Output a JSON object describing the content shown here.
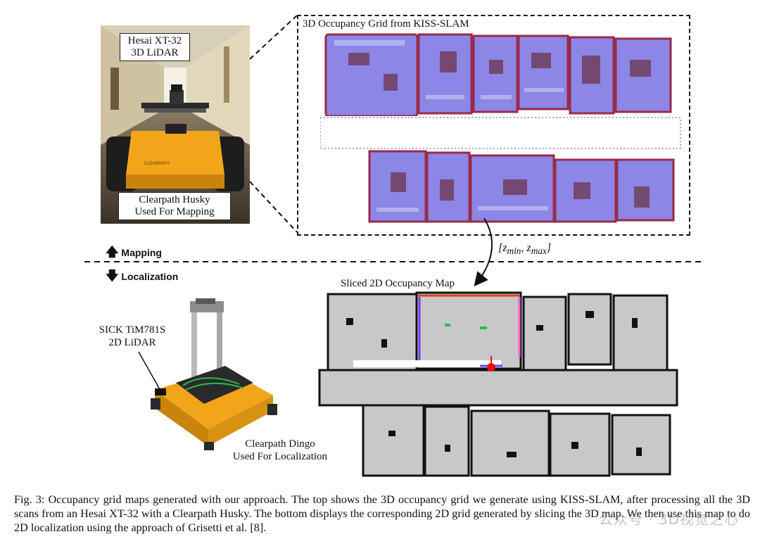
{
  "top_panel": {
    "title": "3D Occupancy Grid from KISS-SLAM",
    "husky_top_label_line1": "Hesai XT-32",
    "husky_top_label_line2": "3D LiDAR",
    "husky_bottom_label_line1": "Clearpath Husky",
    "husky_bottom_label_line2": "Used For Mapping"
  },
  "slice_label": "[z_min, z_max]",
  "separator": {
    "up_label": "Mapping",
    "down_label": "Localization"
  },
  "bottom_panel": {
    "title": "Sliced 2D Occupancy Map",
    "sick_label_line1": "SICK TiM781S",
    "sick_label_line2": "2D LiDAR",
    "dingo_label_line1": "Clearpath Dingo",
    "dingo_label_line2": "Used For Localization"
  },
  "caption": "Fig. 3: Occupancy grid maps generated with our approach. The top shows the 3D occupancy grid we generate using KISS-SLAM, after processing all the 3D scans from an Hesai XT-32 with a Clearpath Husky. The bottom displays the corresponding 2D grid generated by slicing the 3D map. We then use this map to do 2D localization using the approach of Grisetti et al. [8].",
  "watermark": "公众号 · 3D视觉之心",
  "colors": {
    "husky_yellow": "#f2a51a",
    "map_purple": "#8c86e6",
    "map_edge": "#9a2a4a",
    "grid_gray": "#c8c8c8"
  }
}
